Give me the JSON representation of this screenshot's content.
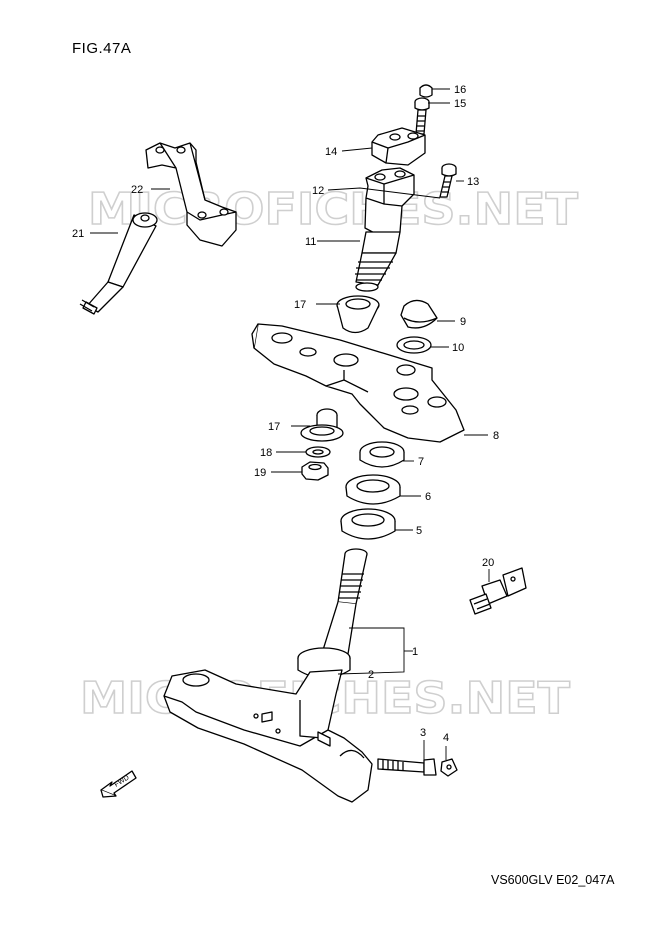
{
  "figure": {
    "title": "FIG.47A",
    "code": "VS600GLV E02_047A"
  },
  "watermark": {
    "text": "MICROFICHES.NET"
  },
  "direction_arrow": {
    "label": "FWD",
    "icon": "fwd-arrow-icon"
  },
  "callouts": [
    "1",
    "2",
    "3",
    "4",
    "5",
    "6",
    "7",
    "8",
    "9",
    "10",
    "11",
    "12",
    "13",
    "14",
    "15",
    "16",
    "17",
    "17",
    "18",
    "19",
    "20",
    "21",
    "22"
  ],
  "colors": {
    "line": "#000000",
    "watermark": "#cfcfcf",
    "background": "#ffffff"
  }
}
